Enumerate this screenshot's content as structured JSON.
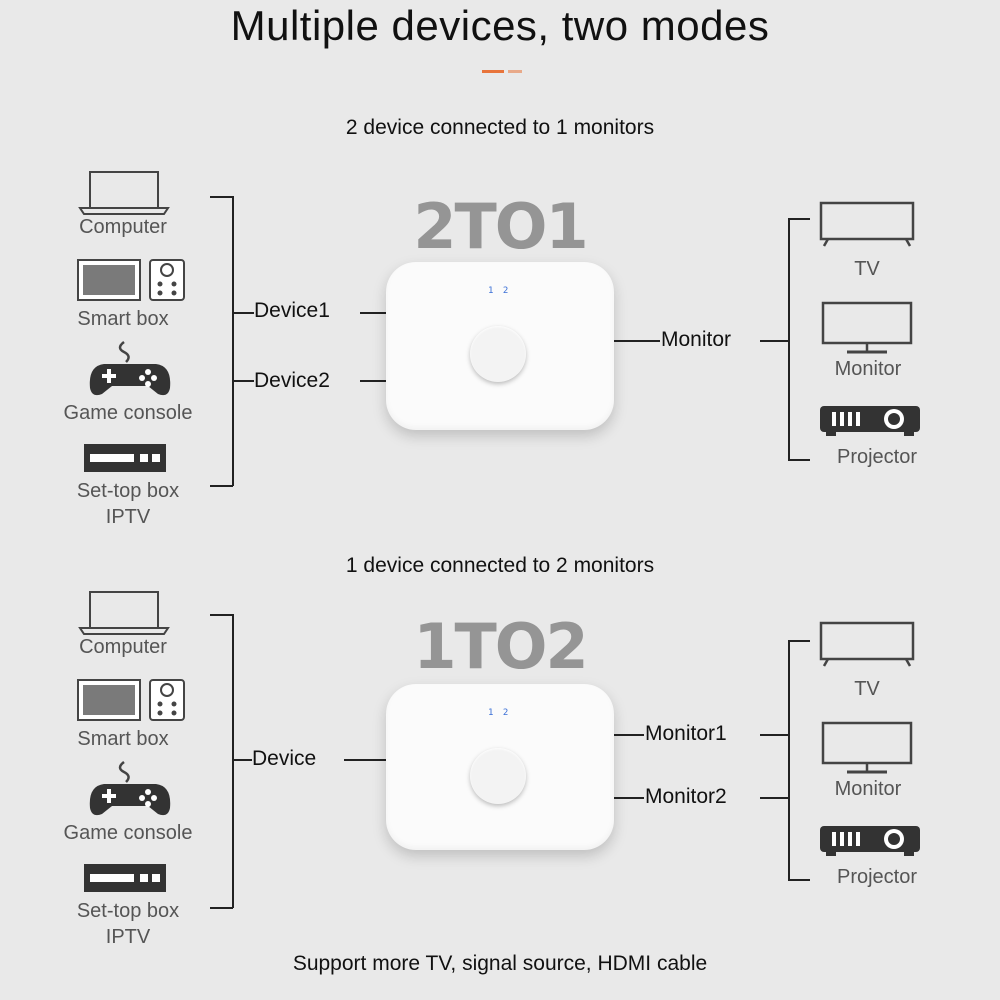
{
  "header": {
    "title": "Multiple devices, two modes",
    "accent_colors": [
      "#e8743b",
      "#c9c9c9"
    ]
  },
  "mode1": {
    "subtitle": "2 device connected to 1 monitors",
    "label": "2TO1",
    "inputs": [
      "Device1",
      "Device2"
    ],
    "output": "Monitor",
    "led": "1 2"
  },
  "mode2": {
    "subtitle": "1 device connected to 2 monitors",
    "label": "1TO2",
    "input": "Device",
    "outputs": [
      "Monitor1",
      "Monitor2"
    ],
    "led": "1 2"
  },
  "sources": [
    {
      "label": "Computer",
      "icon": "laptop-icon"
    },
    {
      "label": "Smart box",
      "icon": "smart-box-icon"
    },
    {
      "label": "Game console",
      "icon": "gamepad-icon"
    },
    {
      "label": "Set-top box\nIPTV",
      "icon": "set-top-box-icon"
    }
  ],
  "displays": [
    {
      "label": "TV",
      "icon": "tv-icon"
    },
    {
      "label": "Monitor",
      "icon": "monitor-icon"
    },
    {
      "label": "Projector",
      "icon": "projector-icon"
    }
  ],
  "footer": "Support more TV, signal source, HDMI cable"
}
